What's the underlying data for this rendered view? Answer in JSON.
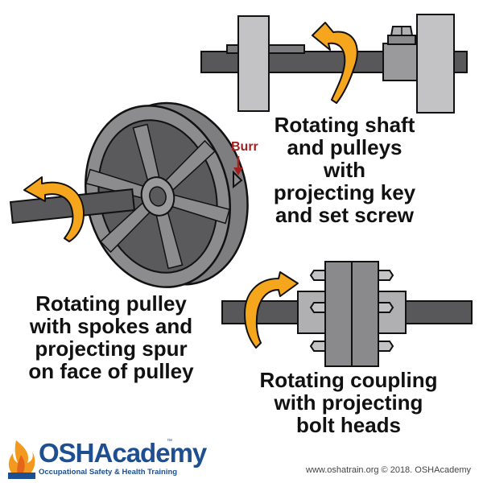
{
  "captions": {
    "shaft": "Rotating shaft\nand pulleys with\nprojecting key\nand set screw",
    "pulley": "Rotating pulley\nwith spokes and\nprojecting spur\non face of pulley",
    "coupling": "Rotating coupling\nwith projecting\nbolt heads"
  },
  "burr_label": "Burr",
  "credit": "www.oshatrain.org © 2018. OSHAcademy",
  "logo": {
    "osh": "OSH",
    "academy": "Academy",
    "tm": "™",
    "tagline": "Occupational Safety & Health Training"
  },
  "colors": {
    "metal_dark": "#58585a",
    "metal_mid": "#7a7a7c",
    "metal_light": "#bdbdbf",
    "arrow": "#f5a61d",
    "arrow_dark": "#c47d10",
    "brand_blue": "#1d4f91",
    "brand_orange": "#f39a1e",
    "burr_red": "#a32020"
  }
}
